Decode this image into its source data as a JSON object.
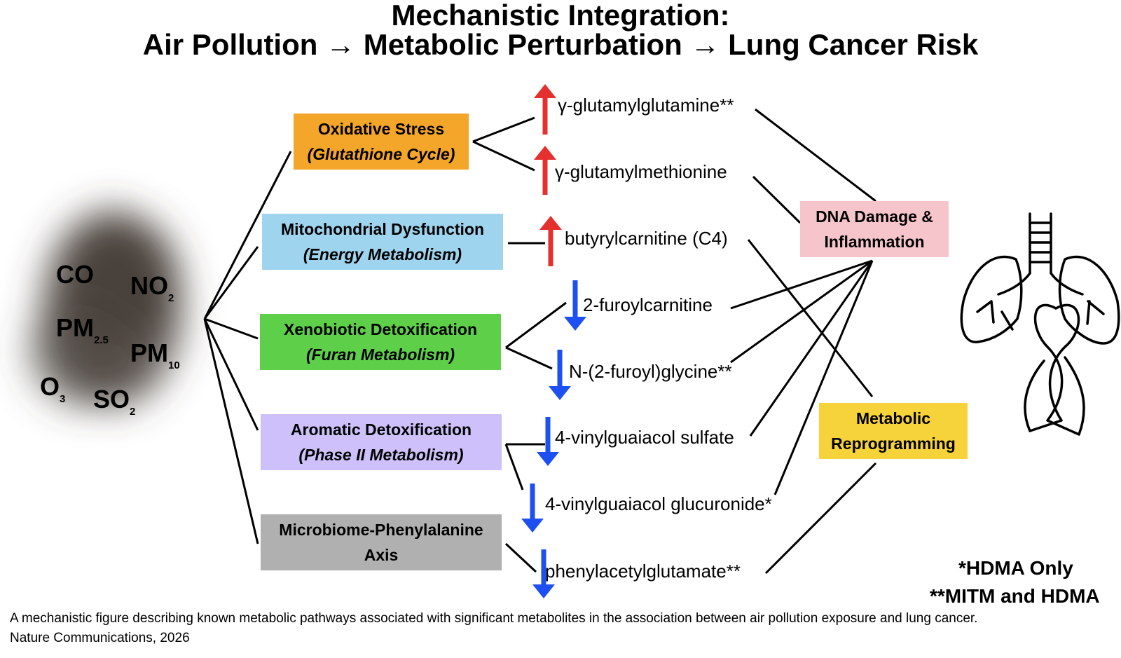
{
  "title": {
    "line1": "Mechanistic Integration:",
    "line2": "Air Pollution → Metabolic Perturbation → Lung Cancer Risk"
  },
  "pollutants": {
    "co": "CO",
    "no2": "NO",
    "no2_sub": "2",
    "pm25": "PM",
    "pm25_sub": "2.5",
    "pm10": "PM",
    "pm10_sub": "10",
    "o3": "O",
    "o3_sub": "3",
    "so2": "SO",
    "so2_sub": "2"
  },
  "pathways": [
    {
      "label": "Oxidative Stress",
      "sub": "(Glutathione Cycle)",
      "color": "#f4a62a"
    },
    {
      "label": "Mitochondrial Dysfunction",
      "sub": "(Energy Metabolism)",
      "color": "#9fd4ef"
    },
    {
      "label": "Xenobiotic Detoxification",
      "sub": "(Furan Metabolism)",
      "color": "#5dcf49"
    },
    {
      "label": "Aromatic Detoxification",
      "sub": "(Phase II Metabolism)",
      "color": "#cec1fb"
    },
    {
      "label": "Microbiome-Phenylalanine",
      "sub": "Axis",
      "color": "#b0b0b0"
    }
  ],
  "metabolites": [
    {
      "name": "γ-glutamylglutamine**",
      "direction": "up",
      "color": "#e53030"
    },
    {
      "name": "γ-glutamylmethionine",
      "direction": "up",
      "color": "#e53030"
    },
    {
      "name": "butyrylcarnitine (C4)",
      "direction": "up",
      "color": "#e53030"
    },
    {
      "name": "2-furoylcarnitine",
      "direction": "down",
      "color": "#1e4ff0"
    },
    {
      "name": "N-(2-furoyl)glycine**",
      "direction": "down",
      "color": "#1e4ff0"
    },
    {
      "name": "4-vinylguaiacol sulfate",
      "direction": "down",
      "color": "#1e4ff0"
    },
    {
      "name": "4-vinylguaiacol glucuronide*",
      "direction": "down",
      "color": "#1e4ff0"
    },
    {
      "name": "phenylacetylglutamate**",
      "direction": "down",
      "color": "#1e4ff0"
    }
  ],
  "outcomes": {
    "dna": {
      "line1": "DNA Damage &",
      "line2": "Inflammation",
      "color": "#f6c5cb"
    },
    "meta": {
      "line1": "Metabolic",
      "line2": "Reprogramming",
      "color": "#f6d23b"
    }
  },
  "notes": {
    "hdma": "*HDMA Only",
    "mitm": "**MITM and HDMA"
  },
  "caption": {
    "line1": "A mechanistic figure describing known metabolic pathways associated with significant metabolites in the association between air pollution exposure and lung cancer.",
    "line2": "Nature Communications, 2026"
  }
}
